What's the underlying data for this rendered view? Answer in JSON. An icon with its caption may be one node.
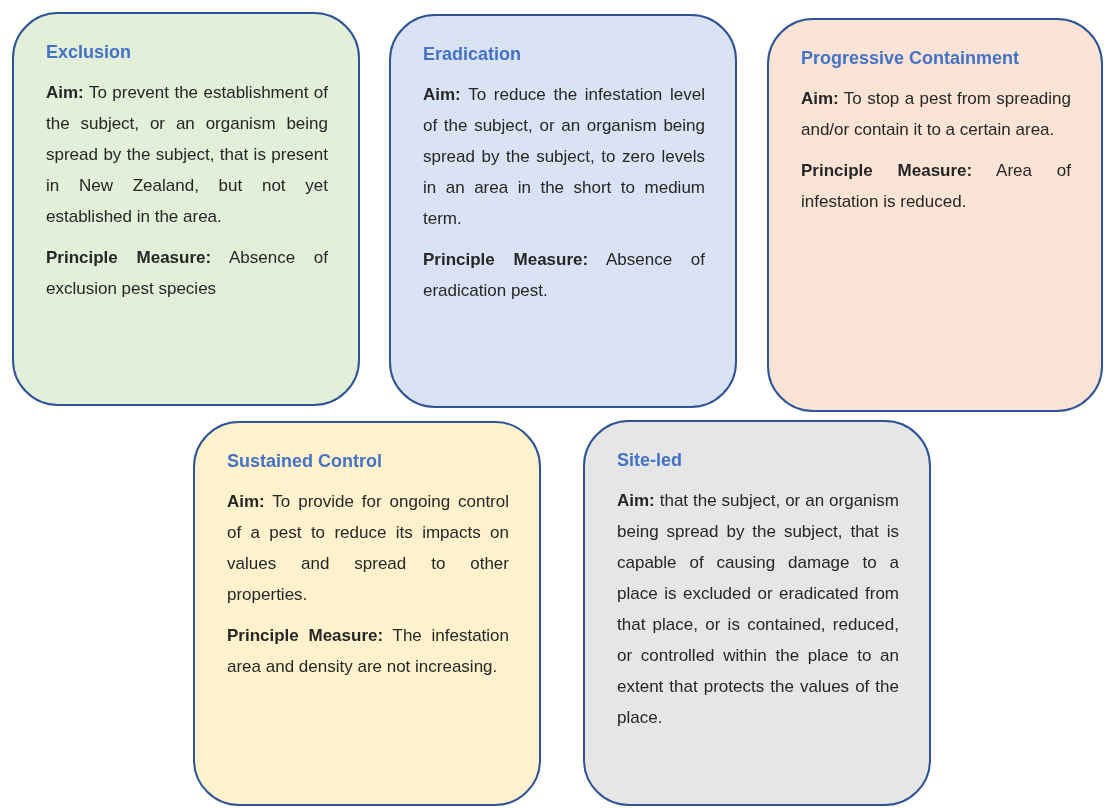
{
  "diagram": {
    "nodes": [
      {
        "text": [
          "Exclusion",
          "**Aim:** To prevent the establishment of the subject, or an organism being spread by the subject, that is present in New Zealand, but not yet established in the area.",
          "**Principle Measure:** Absence of exclusion pest species"
        ]
      },
      {
        "text": [
          "Eradication",
          "**Aim:** To reduce the infestation level of the subject, or an organism being spread by the subject, to zero levels in an area in the short to medium term.",
          "**Principle Measure:** Absence of eradication pest."
        ]
      },
      {
        "text": [
          "Progressive Containment",
          "**Aim:** To stop a pest from spreading and/or contain it to a certain area.",
          "**Principle Measure:** Area of infestation is reduced."
        ]
      },
      {
        "text": [
          "Sustained Control",
          "**Aim:** To provide for ongoing control of a pest to reduce its impacts on values and spread to other properties.",
          "**Principle Measure:** The infestation area and density are not increasing."
        ]
      },
      {
        "text": [
          "Site-led",
          "**Aim:** that the subject, or an organism being spread by the subject, that is capable of causing damage to a place is excluded or eradicated from that place, or is contained, reduced, or controlled within the place to an extent that protects the values of the place."
        ]
      }
    ]
  }
}
